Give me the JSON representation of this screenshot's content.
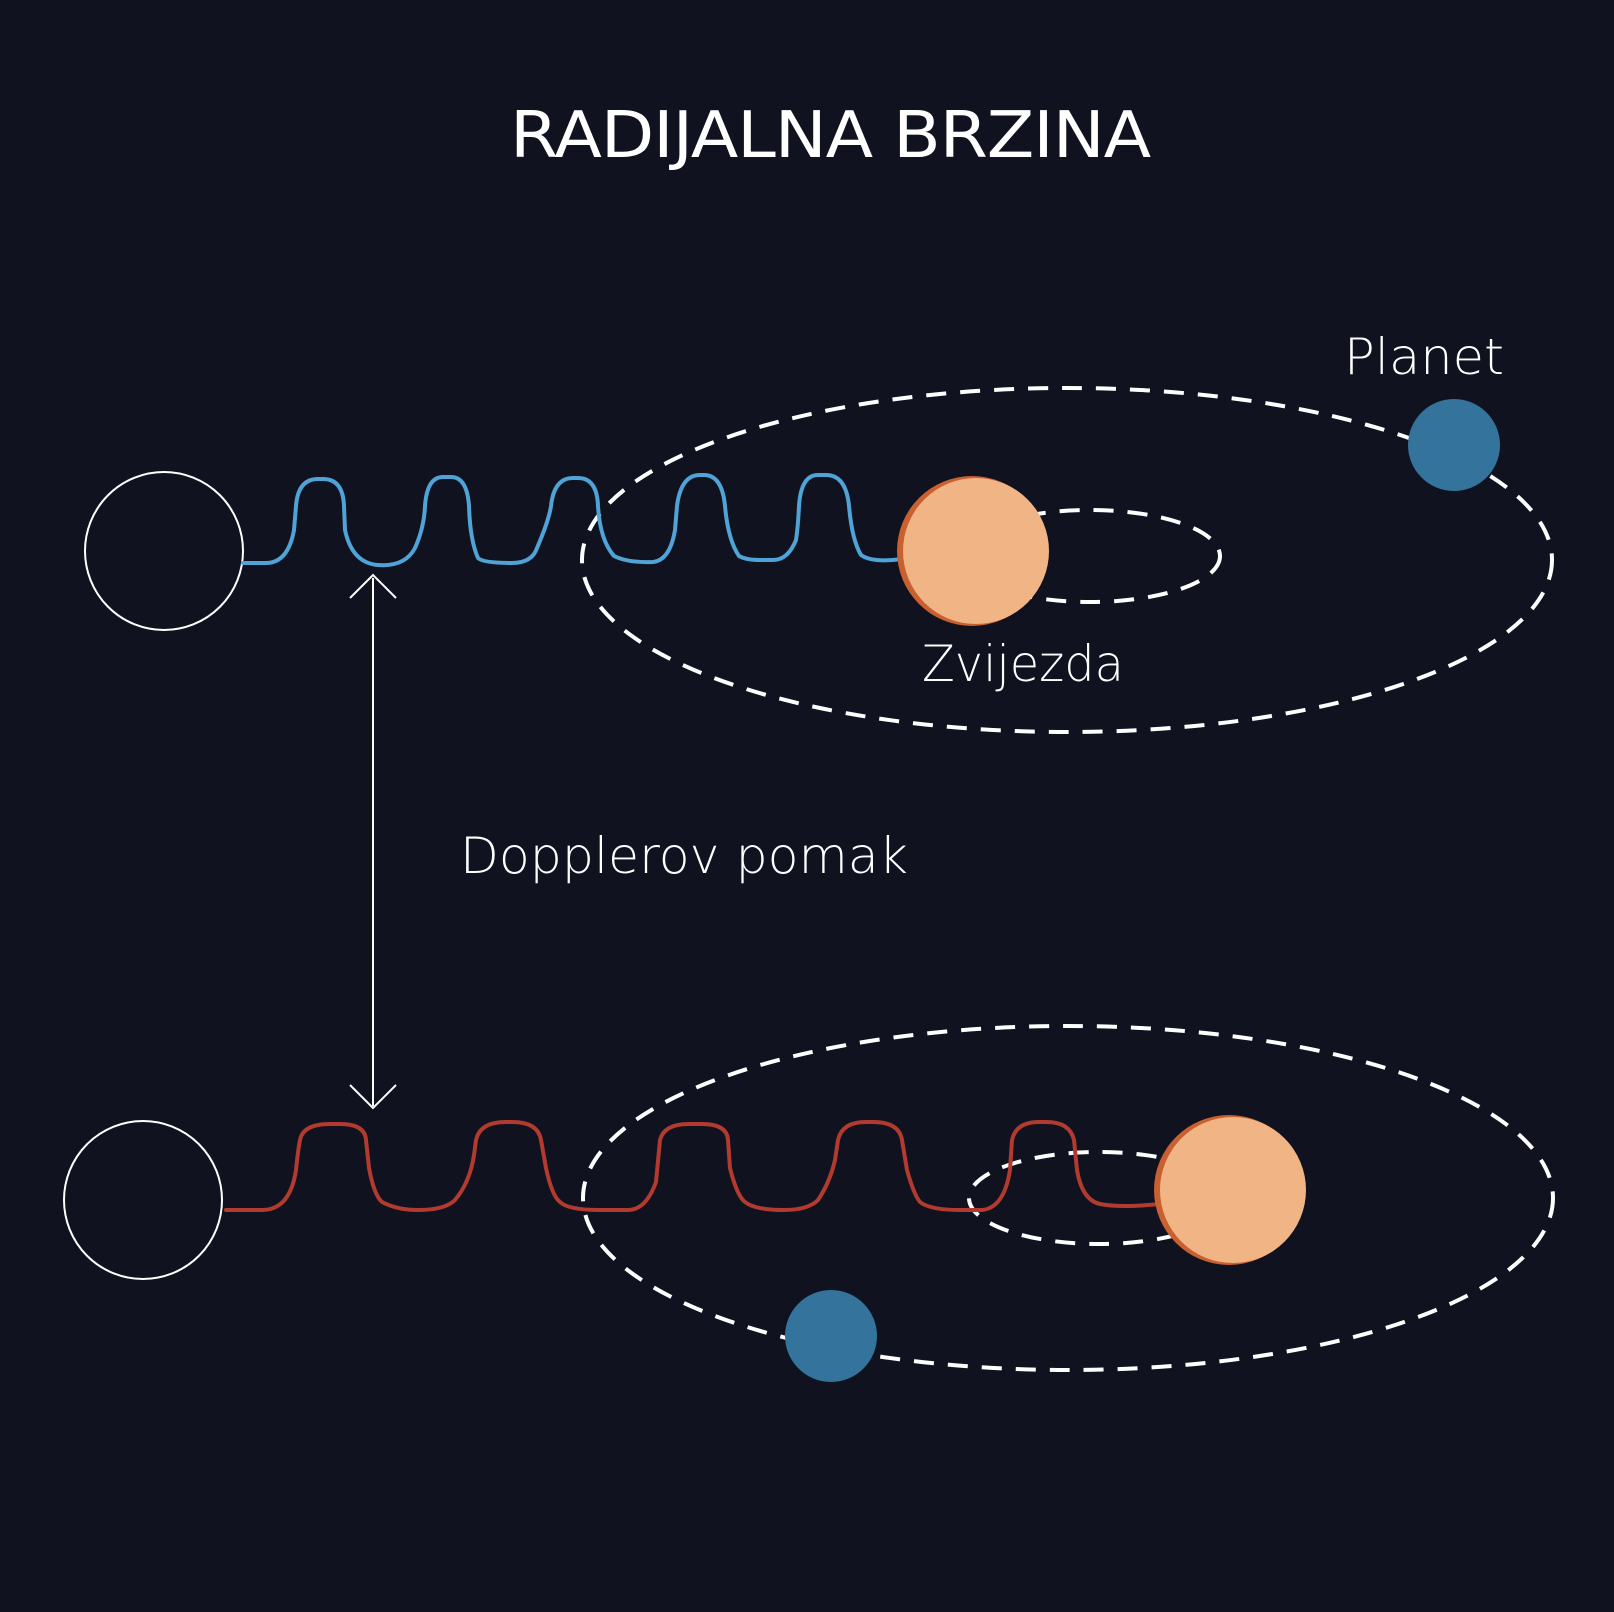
{
  "title": "RADIJALNA BRZINA",
  "labels": {
    "planet": "Planet",
    "star": "Zvijezda",
    "doppler": "Dopplerov pomak"
  },
  "colors": {
    "background": "#10131f",
    "blueshift_wave": "#4fa3d6",
    "redshift_wave": "#b23a2f",
    "star_fill": "#f1b485",
    "star_edge": "#c9602f",
    "planet_fill": "#33739c",
    "orbit": "#ffffff",
    "observer": "#ffffff"
  }
}
